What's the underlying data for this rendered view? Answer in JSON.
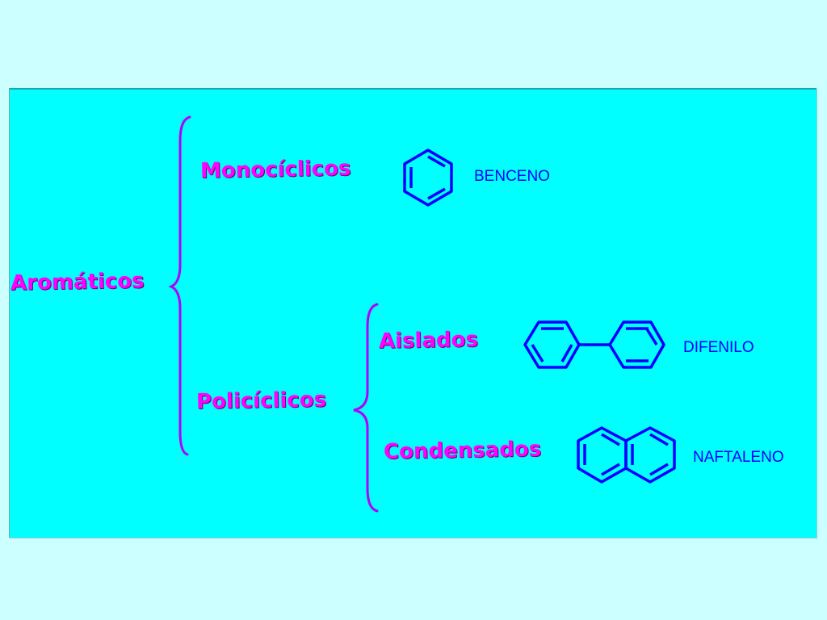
{
  "root": {
    "label": "Aromáticos"
  },
  "branches": {
    "mono": {
      "label": "Monocíclicos",
      "example": {
        "name": "BENCENO",
        "structure_icon": "benzene-ring"
      }
    },
    "poli": {
      "label": "Policíclicos",
      "isolated": {
        "label": "Aislados",
        "example": {
          "name": "DIFENILO",
          "structure_icon": "biphenyl-structure"
        }
      },
      "fused": {
        "label": "Condensados",
        "example": {
          "name": "NAFTALENO",
          "structure_icon": "naphthalene-structure"
        }
      }
    }
  },
  "colors": {
    "background": "#ccffff",
    "panel": "#00ffff",
    "term": "#ff00ff",
    "brace": "#b000ff",
    "structure": "#0000ff"
  }
}
